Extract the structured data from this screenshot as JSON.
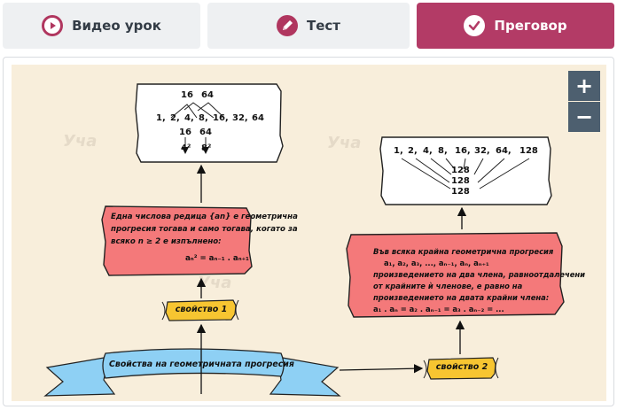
{
  "tabs": [
    {
      "label": "Видео урок",
      "active": false
    },
    {
      "label": "Тест",
      "active": false
    },
    {
      "label": "Преговор",
      "active": true
    }
  ],
  "zoom": {
    "in_label": "+",
    "out_label": "−"
  },
  "watermark": "Уча",
  "left_top_box": {
    "row1": [
      "16",
      "64"
    ],
    "row2": [
      "1,",
      "2,",
      "4,",
      "8,",
      "16,",
      "32,",
      "64"
    ],
    "row3": [
      "16",
      "64"
    ],
    "row4": [
      "4²",
      "8²"
    ]
  },
  "right_top_box": {
    "row1": [
      "1,",
      "2,",
      "4,",
      "8,",
      "16,",
      "32,",
      "64,",
      "128"
    ],
    "stack": [
      "128",
      "128",
      "128"
    ]
  },
  "definition": {
    "lines": [
      "Една числова редица {an} е геометрична",
      "прогресия тогава и само тогава, когато за",
      "всяко n ≥ 2 е изпълнено:"
    ],
    "formula": "aₙ² =  aₙ₋₁ .  aₙ₊₁"
  },
  "property2_note": {
    "lines": [
      "Във всяка крайна геометрична прогресия",
      "a₁, a₂, a₃, ..., aₙ₋₁, aₙ, aₙ₊₁",
      "произведението на два члена, равноотдалечени",
      "от крайните ѝ членове, е равно на",
      "произведението на двата крайни члена:"
    ],
    "formula": "a₁ . aₙ = a₂ . aₙ₋₁ = a₃ . aₙ₋₂ = ..."
  },
  "property1_label": "свойство 1",
  "property2_label": "свойство 2",
  "main_banner": "Свойства на геометричната прогресия"
}
